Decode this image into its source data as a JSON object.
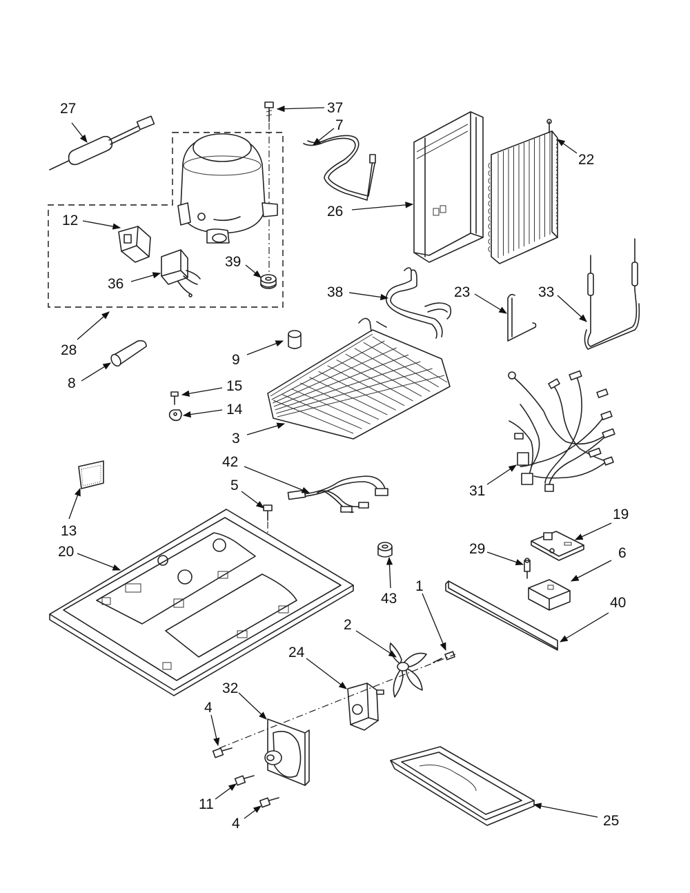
{
  "diagram": {
    "labels": [
      "27",
      "37",
      "7",
      "22",
      "26",
      "12",
      "39",
      "36",
      "38",
      "23",
      "33",
      "28",
      "9",
      "8",
      "15",
      "14",
      "3",
      "42",
      "31",
      "5",
      "13",
      "19",
      "20",
      "29",
      "6",
      "43",
      "1",
      "40",
      "2",
      "24",
      "32",
      "4",
      "11",
      "4",
      "25"
    ],
    "colors": {
      "line": "#222222",
      "label": "#111111",
      "background": "#ffffff"
    }
  }
}
